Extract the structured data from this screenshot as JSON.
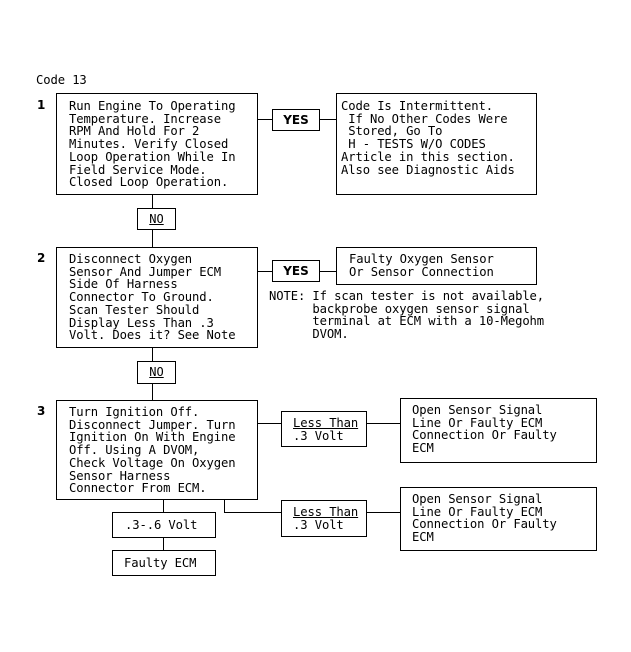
{
  "title": "Code 13",
  "steps": [
    {
      "number": "1",
      "text": "Run Engine To Operating\nTemperature. Increase\nRPM And Hold For 2\nMinutes. Verify Closed\nLoop Operation While In\nField Service Mode.\nClosed Loop Operation."
    },
    {
      "number": "2",
      "text": "Disconnect Oxygen\nSensor And Jumper ECM\nSide Of Harness\nConnector To Ground.\nScan Tester Should\nDisplay Less Than .3\nVolt. Does it? See Note"
    },
    {
      "number": "3",
      "text": "Turn Ignition Off.\nDisconnect Jumper. Turn\nIgnition On With Engine\nOff. Using A DVOM,\nCheck Voltage On Oxygen\nSensor Harness\nConnector From ECM."
    }
  ],
  "labels": {
    "yes1": "YES",
    "no1": "NO",
    "yes2": "YES",
    "no2": "NO",
    "less_than_1": "Less Than",
    "volt_1": ".3 Volt",
    "less_than_2": "Less Than",
    "volt_2": ".3 Volt",
    "range": ".3-.6 Volt"
  },
  "results": {
    "intermittent": "Code Is Intermittent.\n If No Other Codes Were\n Stored, Go To\n H - TESTS W/O CODES\nArticle in this section.\nAlso see Diagnostic Aids",
    "faulty_sensor": "Faulty Oxygen Sensor\nOr Sensor Connection",
    "open_line_1": "Open Sensor Signal\nLine Or Faulty ECM\nConnection Or Faulty\nECM",
    "open_line_2": "Open Sensor Signal\nLine Or Faulty ECM\nConnection Or Faulty\nECM",
    "faulty_ecm": "Faulty ECM"
  },
  "note": "NOTE: If scan tester is not available,\n      backprobe oxygen sensor signal\n      terminal at ECM with a 10-Megohm\n      DVOM."
}
